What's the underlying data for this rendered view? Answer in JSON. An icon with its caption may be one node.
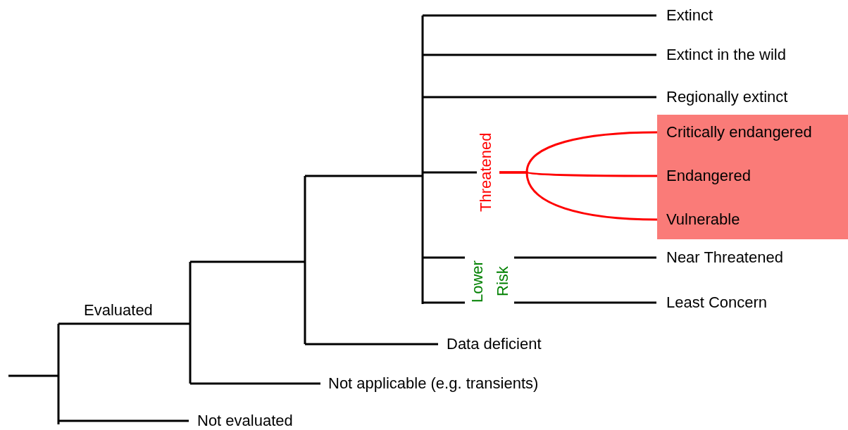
{
  "diagram": {
    "nodes": [
      {
        "text": [
          "Extinct"
        ]
      },
      {
        "text": [
          "Extinct in the wild"
        ]
      },
      {
        "text": [
          "Regionally extinct"
        ]
      },
      {
        "text": [
          "Threatened"
        ]
      },
      {
        "text": [],
        "shape": "box"
      },
      {
        "text": [
          "Critically endangered"
        ],
        "in": 4
      },
      {
        "text": [
          "Endangered"
        ],
        "in": 4
      },
      {
        "text": [
          "Vulnerable"
        ],
        "in": 4
      },
      {
        "text": [
          "Lower Risk"
        ]
      },
      {
        "text": [
          "Near Threatened"
        ]
      },
      {
        "text": [
          "Least Concern"
        ]
      },
      {
        "text": [
          "Data deficient"
        ]
      },
      {
        "text": [
          "Not applicable (e.g. transients)"
        ]
      },
      {
        "text": [
          "Not evaluated"
        ]
      }
    ],
    "edges": [
      {
        "from": null,
        "to": 0,
        "arrow": "none"
      },
      {
        "from": null,
        "to": 1,
        "arrow": "none"
      },
      {
        "from": null,
        "to": 2,
        "arrow": "none"
      },
      {
        "from": null,
        "to": 3,
        "arrow": "none"
      },
      {
        "from": 3,
        "to": 5,
        "arrow": "none",
        "color": "#ff0000"
      },
      {
        "from": 3,
        "to": 6,
        "arrow": "none",
        "color": "#ff0000"
      },
      {
        "from": 3,
        "to": 7,
        "arrow": "none",
        "color": "#ff0000"
      },
      {
        "from": null,
        "to": 8,
        "arrow": "none"
      },
      {
        "from": null,
        "to": 8,
        "arrow": "none"
      },
      {
        "from": 8,
        "to": 9,
        "arrow": "none"
      },
      {
        "from": 8,
        "to": 10,
        "arrow": "none"
      },
      {
        "from": null,
        "to": 11,
        "arrow": "none"
      },
      {
        "from": null,
        "to": 12,
        "arrow": "none"
      },
      {
        "from": null,
        "to": 13,
        "arrow": "none"
      }
    ],
    "labels": [
      "Evaluated"
    ]
  }
}
